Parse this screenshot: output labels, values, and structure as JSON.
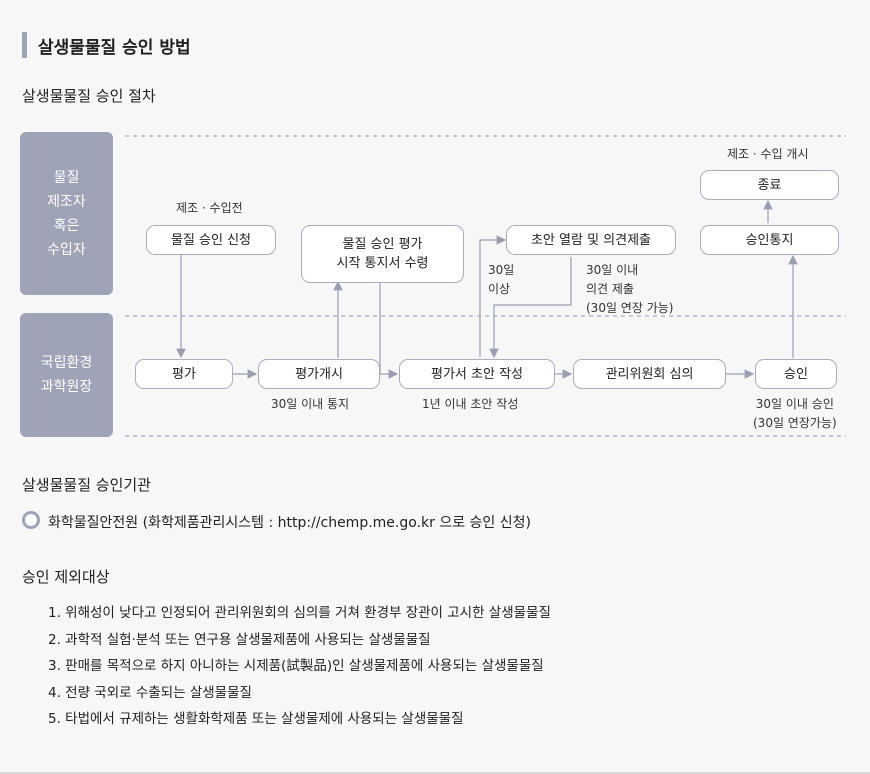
{
  "page_title": "살생물물질 승인 방법",
  "procedure_title": "살생물물질 승인 절차",
  "lanes": {
    "applicant": "물질\n제조자\n혹은\n수입자",
    "nier": "국립환경\n과학원장"
  },
  "nodes": {
    "apply": "물질 승인 신청",
    "notice": "물질 승인 평가\n시작 통지서 수령",
    "review": "초안 열람 및 의견제출",
    "notify": "승인통지",
    "end": "종료",
    "eval": "평가",
    "start": "평가개시",
    "draft": "평가서 초안 작성",
    "committee": "관리위원회 심의",
    "approve": "승인"
  },
  "notes": {
    "before": "제조 · 수입전",
    "begin": "제조 · 수입 개시",
    "days30_over": "30일\n이상",
    "opinion": "30일 이내\n의견 제출\n(30일 연장 가능)",
    "notice30": "30일 이내 통지",
    "draft1y": "1년 이내 초안 작성",
    "approve30": "30일 이내 승인\n(30일 연장가능)"
  },
  "agency_title": "살생물물질 승인기관",
  "agency_text": "화학물질안전원 (화학제품관리시스템 : http://chemp.me.go.kr 으로 승인 신청)",
  "exclusion_title": "승인 제외대상",
  "exclusions": [
    "1. 위해성이 낮다고 인정되어 관리위원회의 심의를 거쳐 환경부 장관이 고시한 살생물물질",
    "2. 과학적 실험·분석 또는 연구용 살생물제품에 사용되는 살생물물질",
    "3. 판매를 목적으로 하지 아니하는 시제품(試製品)인 살생물제품에 사용되는 살생물물질",
    "4. 전량 국외로 수출되는 살생물물질",
    "5. 타법에서 규제하는 생활화학제품 또는 살생물제에 사용되는 살생물물질"
  ],
  "colors": {
    "accent": "#9fa3b6",
    "node_border": "#a9adbe",
    "line": "#9a9eb0"
  }
}
